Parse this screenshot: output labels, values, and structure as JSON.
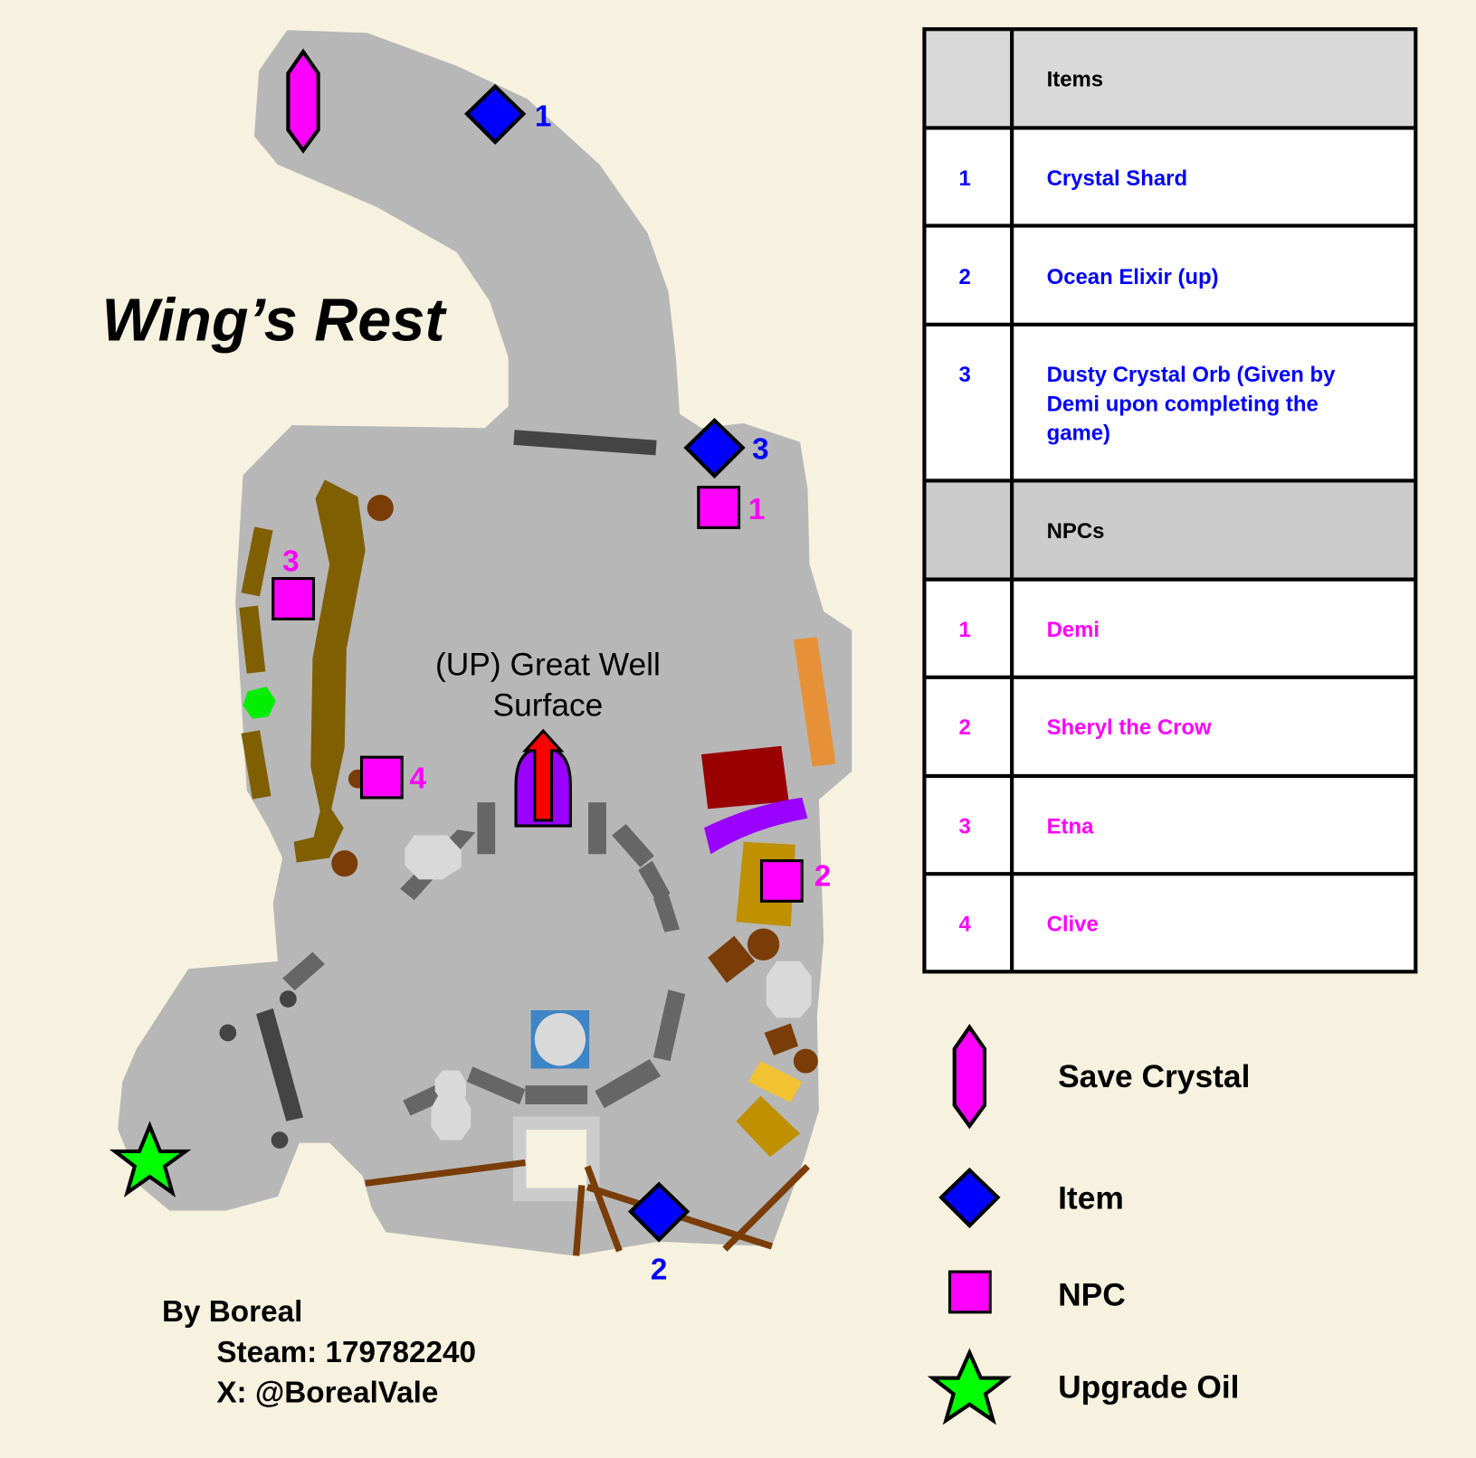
{
  "title": "Wing’s Rest",
  "destination_label": {
    "line1": "(UP) Great Well",
    "line2": "Surface"
  },
  "credits": {
    "by": "By Boreal",
    "steam": "Steam: 179782240",
    "x": "X: @BorealVale"
  },
  "colors": {
    "background": "#f7f1df",
    "floor": "#b7b7b7",
    "item": "#0000ff",
    "npc": "#ff00ff",
    "save": "#ff00ff",
    "oil": "#00ff00"
  },
  "map_markers": {
    "items": [
      {
        "num": "1"
      },
      {
        "num": "2"
      },
      {
        "num": "3"
      }
    ],
    "npcs": [
      {
        "num": "1"
      },
      {
        "num": "2"
      },
      {
        "num": "3"
      },
      {
        "num": "4"
      }
    ]
  },
  "table": {
    "items_header": "Items",
    "items": [
      {
        "num": "1",
        "name": "Crystal Shard"
      },
      {
        "num": "2",
        "name": "Ocean Elixir (up)"
      },
      {
        "num": "3",
        "name_lines": [
          "Dusty Crystal Orb (Given by",
          "Demi upon completing the",
          "game)"
        ]
      }
    ],
    "npcs_header": "NPCs",
    "npcs": [
      {
        "num": "1",
        "name": "Demi"
      },
      {
        "num": "2",
        "name": "Sheryl the Crow"
      },
      {
        "num": "3",
        "name": "Etna"
      },
      {
        "num": "4",
        "name": "Clive"
      }
    ]
  },
  "legend": [
    {
      "icon": "save-crystal-icon",
      "label": "Save Crystal"
    },
    {
      "icon": "item-diamond-icon",
      "label": "Item"
    },
    {
      "icon": "npc-square-icon",
      "label": "NPC"
    },
    {
      "icon": "upgrade-oil-star-icon",
      "label": "Upgrade Oil"
    }
  ]
}
